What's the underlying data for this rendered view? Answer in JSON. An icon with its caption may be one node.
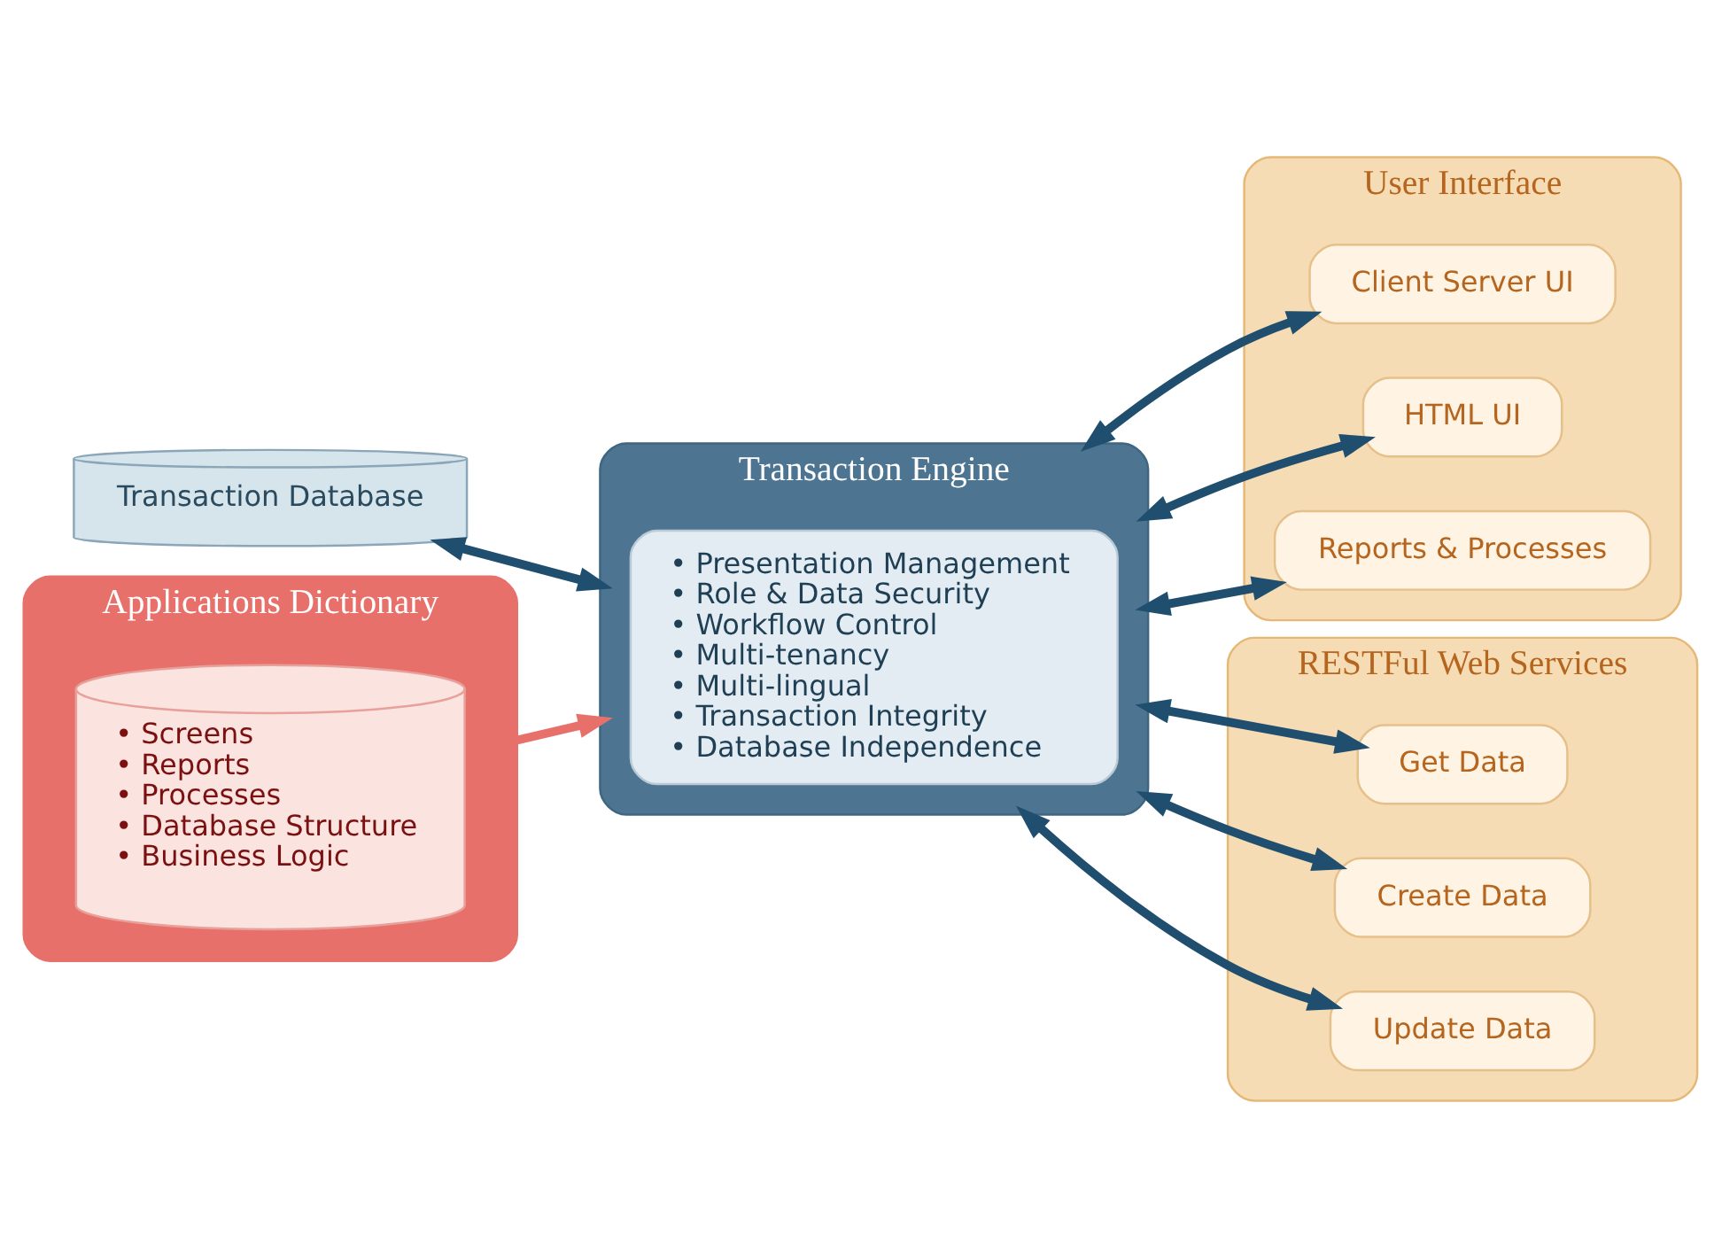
{
  "diagram": {
    "nodes": [
      {
        "text": [
          "Transaction Database"
        ]
      },
      {
        "text": [
          "Applications Dictionary"
        ]
      },
      {
        "text": [
          "• Screens",
          "• Reports",
          "• Processes",
          "• Database Structure",
          "• Business Logic"
        ],
        "in": 1
      },
      {
        "text": [
          "Transaction Engine"
        ]
      },
      {
        "text": [
          "• Presentation Management",
          "• Role & Data Security",
          "• Workflow Control",
          "• Multi-tenancy",
          "• Multi-lingual",
          "• Transaction Integrity",
          "• Database Independence"
        ],
        "in": 3
      },
      {
        "text": [
          "User Interface"
        ]
      },
      {
        "text": [
          "Client Server UI"
        ],
        "in": 5
      },
      {
        "text": [
          "HTML UI"
        ],
        "in": 5
      },
      {
        "text": [
          "Reports & Processes"
        ],
        "in": 5
      },
      {
        "text": [
          "RESTFul Web Services"
        ]
      },
      {
        "text": [
          "Get Data"
        ],
        "in": 9
      },
      {
        "text": [
          "Create Data"
        ],
        "in": 9
      },
      {
        "text": [
          "Update Data"
        ],
        "in": 9
      }
    ],
    "edges": [
      {
        "from": 0,
        "to": 3,
        "arrow": "both"
      },
      {
        "from": 1,
        "to": 3,
        "arrow": "to",
        "color": "#e8706a"
      },
      {
        "from": 3,
        "to": 6,
        "arrow": "both"
      },
      {
        "from": 3,
        "to": 7,
        "arrow": "both"
      },
      {
        "from": 3,
        "to": 8,
        "arrow": "both"
      },
      {
        "from": 3,
        "to": 10,
        "arrow": "both"
      },
      {
        "from": 3,
        "to": 11,
        "arrow": "both"
      },
      {
        "from": 3,
        "to": 12,
        "arrow": "both"
      }
    ]
  }
}
